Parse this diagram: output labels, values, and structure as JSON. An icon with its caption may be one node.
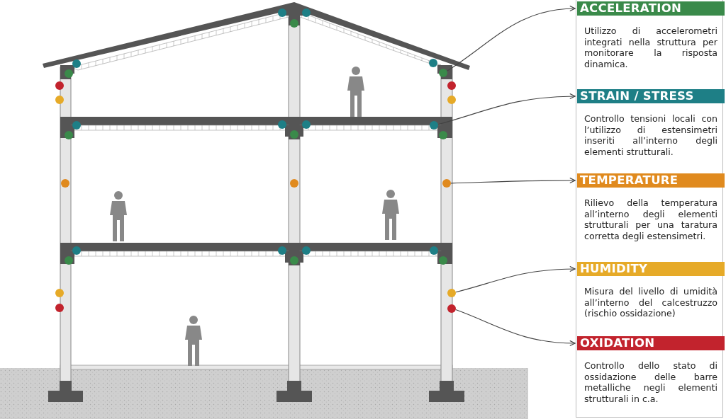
{
  "diagram": {
    "nodes": [
      {
        "text": [
          "ACCELERATION",
          "Utilizzo di accelerometri integrati nella struttura per monitorare la risposta dinamica."
        ]
      },
      {
        "text": [
          "STRAIN / STRESS",
          "Controllo tensioni locali con l’utilizzo di estensimetri inseriti all’interno degli elementi strutturali."
        ]
      },
      {
        "text": [
          "TEMPERATURE",
          "Rilievo della temperatura all’interno degli elementi strutturali per una taratura corretta degli estensimetri."
        ]
      },
      {
        "text": [
          "HUMIDITY",
          "Misura del livello di umidità all’interno del calcestruzzo (rischio ossidazione)"
        ]
      },
      {
        "text": [
          "OXIDATION",
          "Controllo dello stato di ossidazione delle barre metalliche negli elementi strutturali in c.a."
        ]
      },
      {
        "text": [],
        "shape": "circle"
      },
      {
        "text": [],
        "shape": "circle"
      },
      {
        "text": [],
        "shape": "circle"
      },
      {
        "text": [],
        "shape": "circle"
      },
      {
        "text": [],
        "shape": "circle"
      }
    ],
    "edges": [
      {
        "from": 5,
        "to": 0,
        "arrow": "to"
      },
      {
        "from": 6,
        "to": 1,
        "arrow": "to"
      },
      {
        "from": 7,
        "to": 2,
        "arrow": "to"
      },
      {
        "from": 8,
        "to": 3,
        "arrow": "to"
      },
      {
        "from": 9,
        "to": 4,
        "arrow": "to"
      }
    ]
  }
}
